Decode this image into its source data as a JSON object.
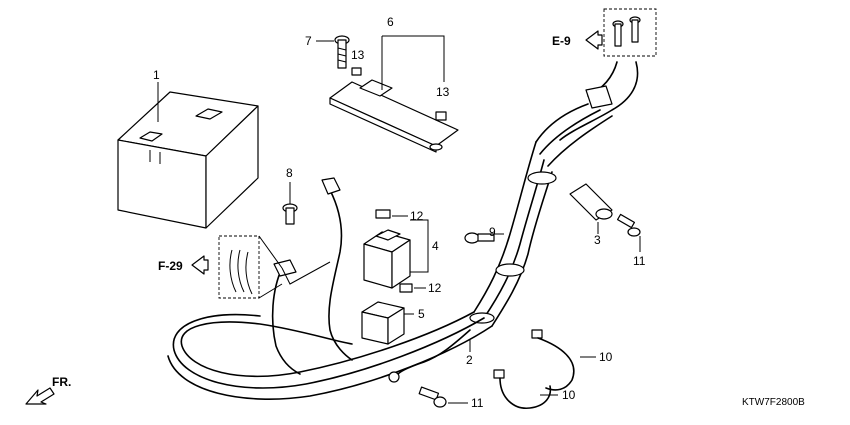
{
  "callouts": {
    "c1": "1",
    "c2": "2",
    "c3": "3",
    "c4": "4",
    "c5": "5",
    "c6": "6",
    "c7": "7",
    "c8": "8",
    "c9": "9",
    "c10a": "10",
    "c10b": "10",
    "c11a": "11",
    "c11b": "11",
    "c12a": "12",
    "c12b": "12",
    "c13a": "13",
    "c13b": "13"
  },
  "refs": {
    "e9": "E-9",
    "f29": "F-29"
  },
  "front_label": "FR.",
  "diagram_code": "KTW7F2800B"
}
